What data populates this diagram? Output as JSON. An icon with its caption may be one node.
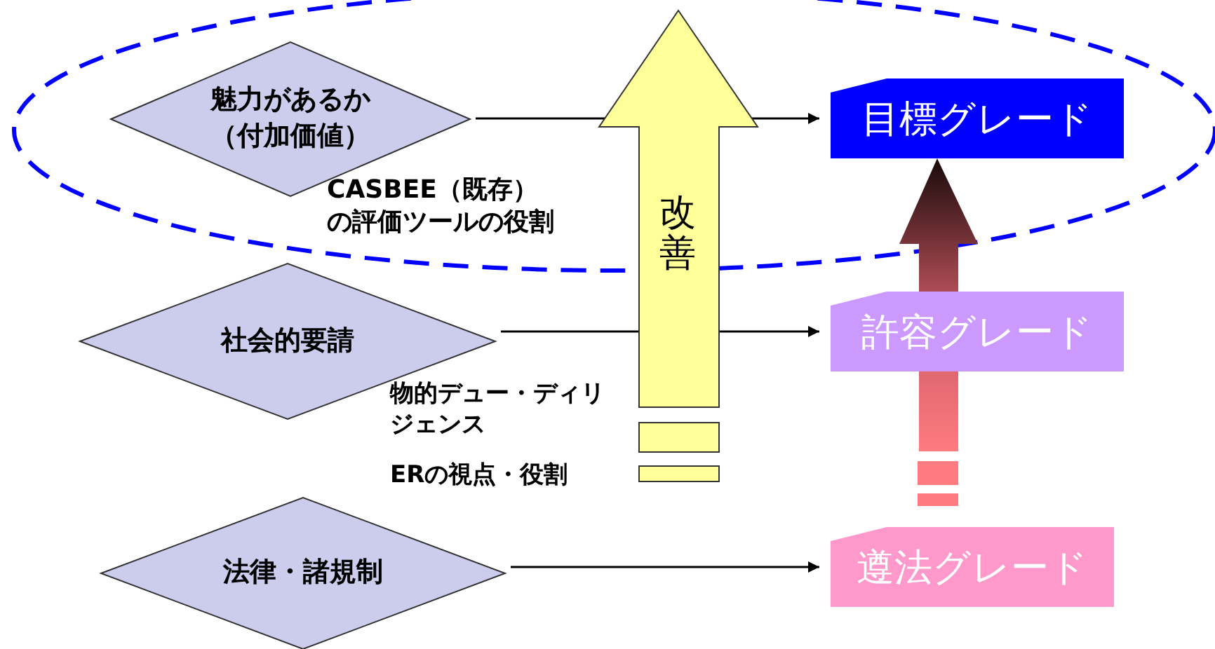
{
  "diagram": {
    "nodes": [
      {
        "text": [
          "魅力があるか（付加価値）"
        ]
      },
      {
        "text": [
          "社会的要請"
        ]
      },
      {
        "text": [
          "法律・諸規制"
        ]
      },
      {
        "text": [
          "目標グレード"
        ]
      },
      {
        "text": [
          "許容グレード"
        ]
      },
      {
        "text": [
          "遵法グレード"
        ]
      }
    ],
    "edges": [
      {
        "from": 0,
        "to": 3,
        "arrow": "to"
      },
      {
        "from": 1,
        "to": 4,
        "arrow": "to"
      },
      {
        "from": 2,
        "to": 5,
        "arrow": "to"
      }
    ],
    "labels": [
      "改善",
      "CASBEE（既存）の評価ツールの役割",
      "物的デュー・ディリジェンス",
      "ERの視点・役割"
    ]
  }
}
